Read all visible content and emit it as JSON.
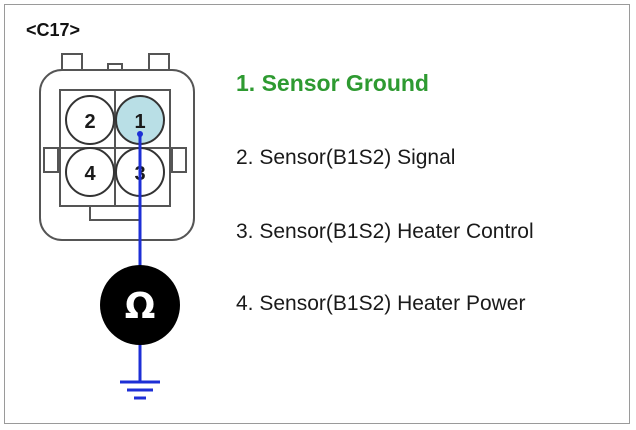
{
  "connector": {
    "id": "<C17>",
    "pins": [
      {
        "number": "1",
        "highlighted": true
      },
      {
        "number": "2",
        "highlighted": false
      },
      {
        "number": "3",
        "highlighted": false
      },
      {
        "number": "4",
        "highlighted": false
      }
    ]
  },
  "meter": {
    "symbol": "Ω",
    "icon": "ohmmeter-icon"
  },
  "ground": {
    "icon": "ground-symbol-icon"
  },
  "pin_functions": [
    {
      "label": "1. Sensor Ground",
      "highlighted": true
    },
    {
      "label": "2. Sensor(B1S2) Signal",
      "highlighted": false
    },
    {
      "label": "3. Sensor(B1S2) Heater Control",
      "highlighted": false
    },
    {
      "label": "4. Sensor(B1S2) Heater Power",
      "highlighted": false
    }
  ],
  "colors": {
    "highlight_text": "#2e9a31",
    "highlight_pin_fill": "#b9dfe6",
    "wire": "#1d2fd6",
    "meter_fill": "#000000"
  }
}
